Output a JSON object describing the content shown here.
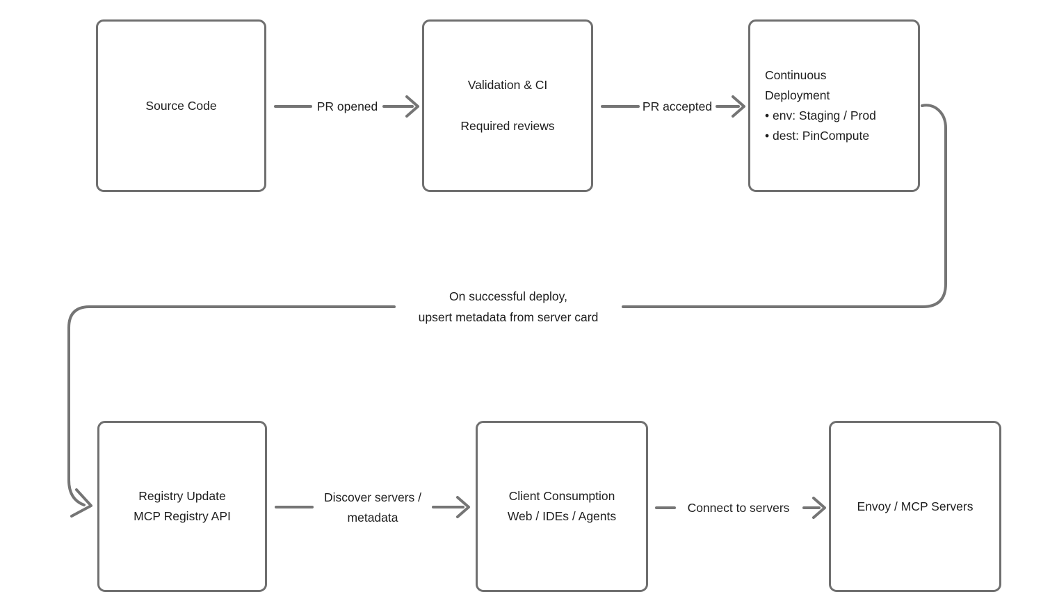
{
  "diagram": {
    "boxes": [
      {
        "id": "source-code",
        "lines": [
          "Source Code"
        ]
      },
      {
        "id": "validation-ci",
        "lines": [
          "Validation & CI",
          "Required reviews"
        ]
      },
      {
        "id": "continuous-deployment",
        "lines": [
          "Continuous",
          "Deployment",
          "• env: Staging / Prod",
          "• dest: PinCompute"
        ]
      },
      {
        "id": "registry-update",
        "lines": [
          "Registry Update",
          "MCP Registry API"
        ]
      },
      {
        "id": "client-consumption",
        "lines": [
          "Client Consumption",
          "Web / IDEs / Agents"
        ]
      },
      {
        "id": "envoy-mcp-servers",
        "lines": [
          "Envoy / MCP Servers"
        ]
      }
    ],
    "edges": [
      {
        "id": "pr-opened",
        "lines": [
          "PR opened"
        ]
      },
      {
        "id": "pr-accepted",
        "lines": [
          "PR accepted"
        ]
      },
      {
        "id": "on-successful-deploy",
        "lines": [
          "On successful deploy,",
          "upsert metadata from server card"
        ]
      },
      {
        "id": "discover-servers",
        "lines": [
          "Discover servers /",
          "metadata"
        ]
      },
      {
        "id": "connect-to-servers",
        "lines": [
          "Connect to servers"
        ]
      }
    ],
    "colors": {
      "line": "#757575",
      "border": "#6f6f6f",
      "text": "#1e1e1e",
      "background": "#ffffff"
    }
  }
}
